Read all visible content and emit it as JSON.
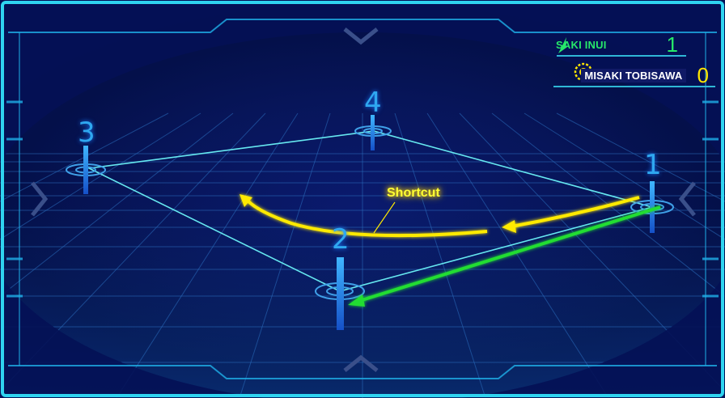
{
  "scoreboard": {
    "player1": {
      "name": "SAKI INUI",
      "score": "1",
      "icon": "wing-shoe-icon"
    },
    "player2": {
      "name": "MISAKI TOBISAWA",
      "score": "0",
      "icon": "gear-emblem-icon"
    }
  },
  "course": {
    "buoys": [
      {
        "label": "1"
      },
      {
        "label": "2"
      },
      {
        "label": "3"
      },
      {
        "label": "4"
      }
    ],
    "annotation": "Shortcut"
  },
  "colors": {
    "accent_cyan": "#2fd4f0",
    "route_green": "#22dd33",
    "shortcut_yellow": "#ffea00",
    "frame_blue": "#1fb0e8"
  }
}
